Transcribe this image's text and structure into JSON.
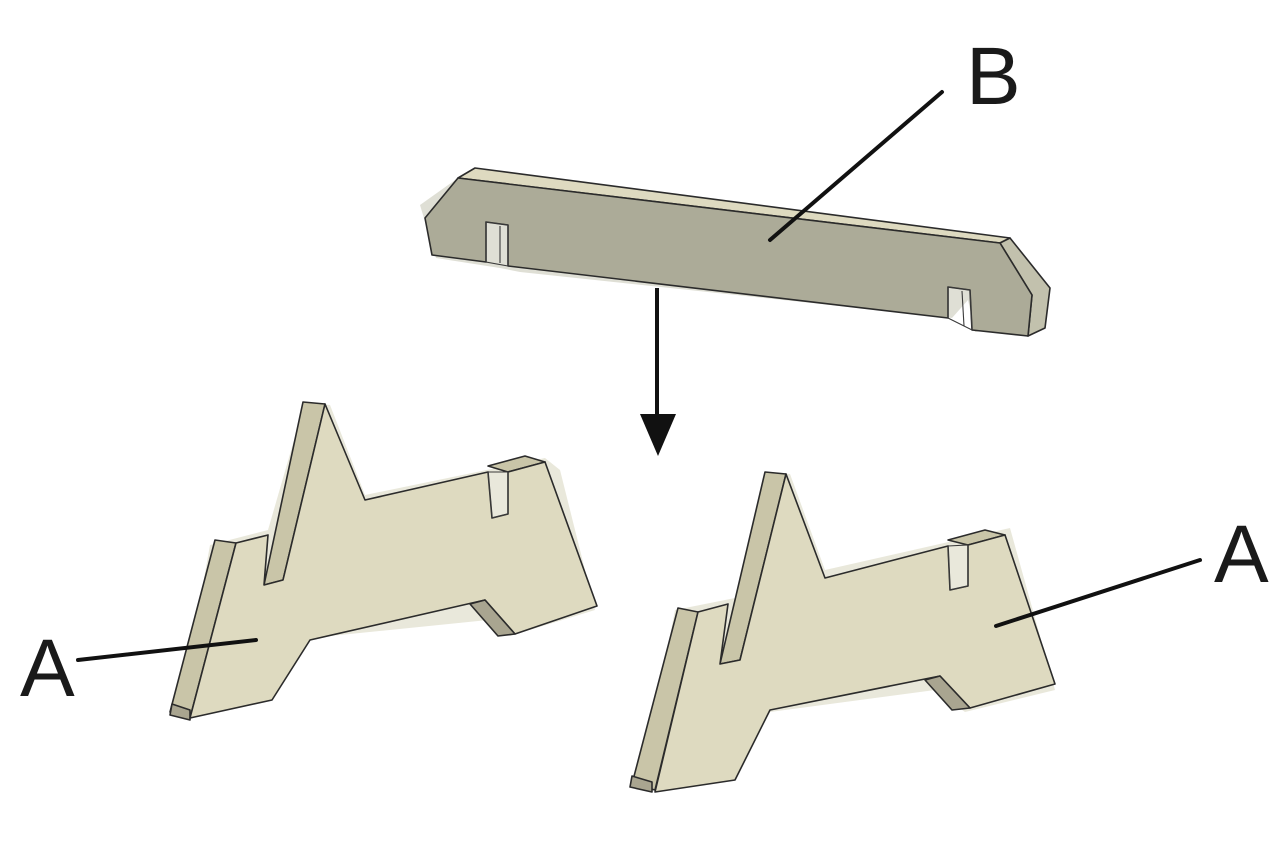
{
  "labels": {
    "part_b": "B",
    "part_a_left": "A",
    "part_a_right": "A"
  },
  "colors": {
    "part_a_face": "#dedac0",
    "part_a_side": "#c9c5a8",
    "part_a_shadow": "#a9a590",
    "part_b_face": "#acab98",
    "part_b_top": "#dedac0",
    "part_b_side": "#c2c1ad",
    "slot_shadow": "#b8b49c",
    "ink": "#111111"
  }
}
